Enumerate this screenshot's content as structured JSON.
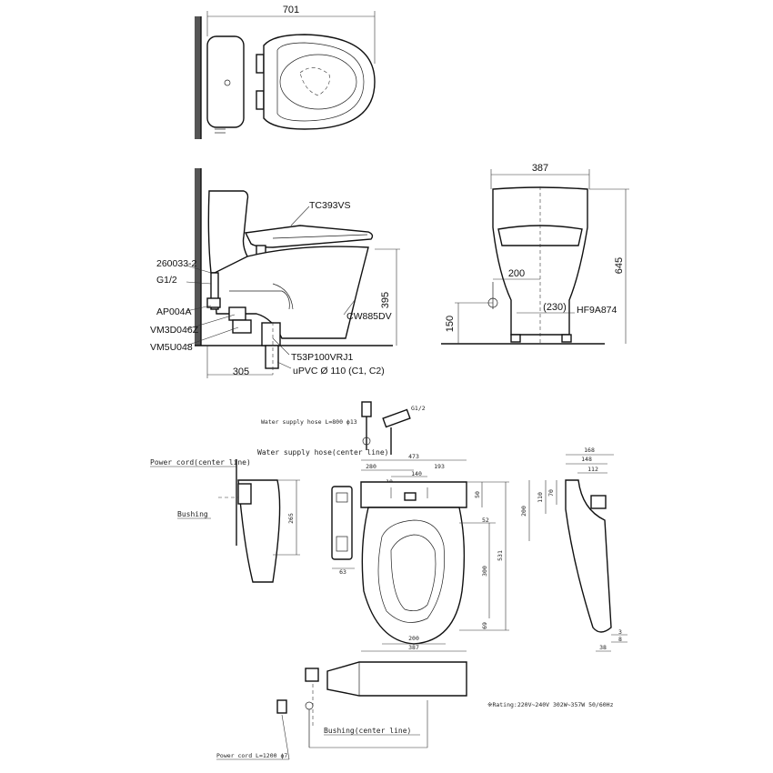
{
  "top_view": {
    "dims": {
      "width": "701"
    }
  },
  "side_view": {
    "labels": {
      "seat": "TC393VS",
      "bowl": "CW885DV",
      "part_1": "260033-2",
      "part_2": "G1/2",
      "part_3": "AP004A",
      "part_4": "VM3D046Z",
      "part_5": "VM5U048",
      "part_6": "T53P100VRJ1",
      "pipe": "uPVC Ø 110 (C1, C2)"
    },
    "dims": {
      "height": "395",
      "offset": "305"
    }
  },
  "front_view": {
    "labels": {
      "part": "HF9A874"
    },
    "dims": {
      "width": "387",
      "height": "645",
      "inlet_offset": "200",
      "inlet_spacing": "(230)",
      "inlet_height": "150"
    }
  },
  "seat_detail": {
    "labels": {
      "water_hose": "Water supply hose L=800 ϕ13",
      "g12": "G1/2",
      "water_hose_center": "Water supply hose(center line)",
      "power_cord_center": "Power cord(center line)",
      "bushing": "Bushing",
      "bushing_center": "Bushing(center line)",
      "power_cord": "Power cord L=1200 ϕ7",
      "rating": "※Rating:220V~240V 302W~357W 50/60Hz"
    },
    "dims": {
      "d473": "473",
      "d280": "280",
      "d193": "193",
      "d140": "140",
      "d10": "10",
      "d50": "50",
      "d52": "52",
      "d531": "531",
      "d300": "300",
      "d69": "69",
      "d200": "200",
      "d387": "387",
      "d63": "63",
      "d265": "265",
      "d168": "168",
      "d148": "148",
      "d112": "112",
      "d200v": "200",
      "d110": "110",
      "d70": "70",
      "d3": "3",
      "d8": "8",
      "d38": "38"
    }
  },
  "colors": {
    "ink": "#111111",
    "wall_hatch": "#555555",
    "background": "#ffffff"
  }
}
